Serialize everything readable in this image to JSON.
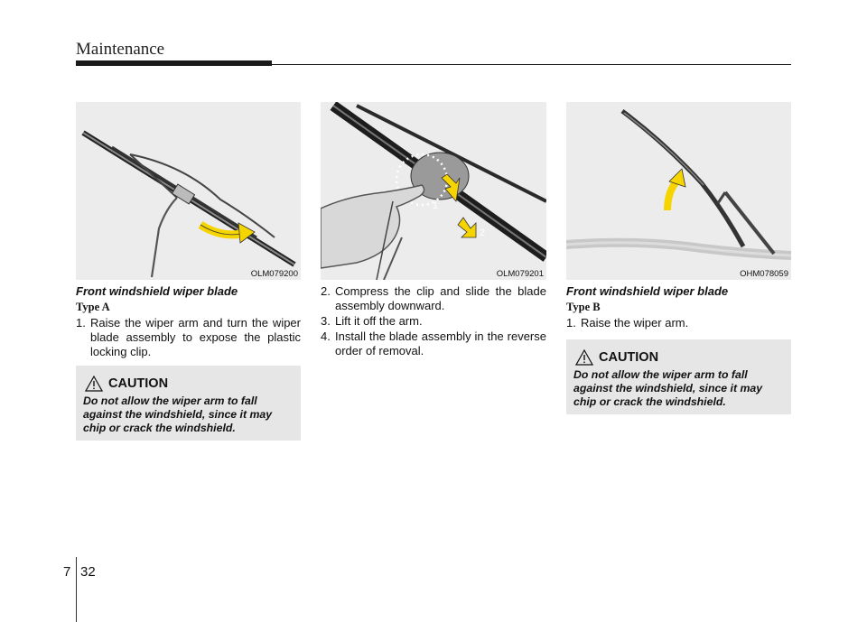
{
  "header": {
    "title": "Maintenance"
  },
  "figures": [
    {
      "code": "OLM079200"
    },
    {
      "code": "OLM079201",
      "markers": [
        "1",
        "2"
      ]
    },
    {
      "code": "OHM078059"
    }
  ],
  "col1": {
    "caption": "Front windshield wiper blade",
    "type_label": "Type A",
    "steps": [
      {
        "num": "1.",
        "text": "Raise the wiper arm and turn the wiper blade assembly to expose the plastic locking clip."
      }
    ],
    "caution": {
      "title": "CAUTION",
      "body": "Do not allow the wiper arm to fall against the windshield, since it may chip or crack the windshield."
    }
  },
  "col2": {
    "steps": [
      {
        "num": "2.",
        "text": "Compress the clip and slide the blade assembly downward."
      },
      {
        "num": "3.",
        "text": "Lift it off the arm."
      },
      {
        "num": "4.",
        "text": "Install the blade assembly in the reverse order of removal."
      }
    ]
  },
  "col3": {
    "caption": "Front windshield wiper blade",
    "type_label": "Type B",
    "steps": [
      {
        "num": "1.",
        "text": "Raise the wiper arm."
      }
    ],
    "caution": {
      "title": "CAUTION",
      "body": "Do not allow the wiper arm to fall against the windshield, since it may chip or crack the windshield."
    }
  },
  "footer": {
    "chapter": "7",
    "page": "32"
  },
  "colors": {
    "arrow_yellow": "#f5d400",
    "panel_gray": "#ececec",
    "caution_gray": "#e6e6e6"
  }
}
